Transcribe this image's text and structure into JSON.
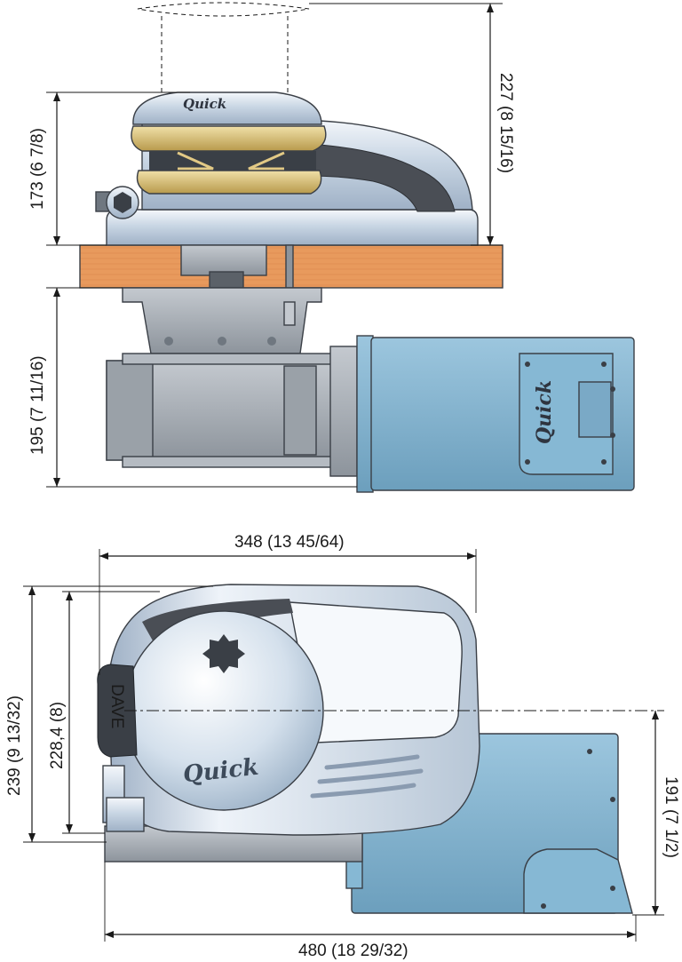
{
  "brand": "Quick",
  "side_view": {
    "height_above_deck": {
      "mm": "173",
      "inch": "6 7/8"
    },
    "height_with_clearance": {
      "mm": "227",
      "inch": "8 15/16"
    },
    "height_below_deck": {
      "mm": "195",
      "inch": "7 11/16"
    }
  },
  "top_view": {
    "cover_width": {
      "mm": "348",
      "inch": "13 45/64"
    },
    "total_depth": {
      "mm": "239",
      "inch": "9 13/32"
    },
    "cover_depth": {
      "mm": "228,4",
      "inch": "8"
    },
    "motor_offset": {
      "mm": "191",
      "inch": "7 1/2"
    },
    "total_length": {
      "mm": "480",
      "inch": "18 29/32"
    },
    "lever_label": "DAVE"
  },
  "colors": {
    "chrome": "#c9d6e4",
    "chrome_light": "#eef3f9",
    "gold": "#d8c07a",
    "deck_wood": "#e89a5d",
    "motor_blue": "#7fb2cf",
    "housing_gray": "#a7adb4",
    "dark_band": "#4a4e55"
  }
}
